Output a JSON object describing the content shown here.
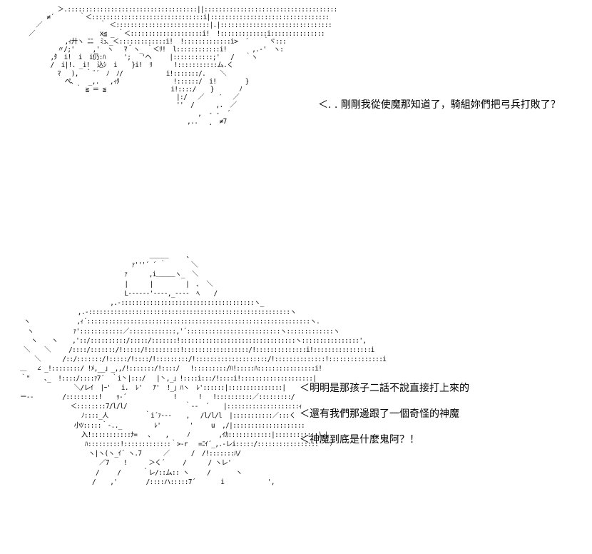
{
  "panel_top": {
    "ascii_art": "            ＞.::::::::::::::::::::::::::::::::::::||:::::::::::::::::::::::::::::::::::::\n         ≠´       ｀＜:::::::::::::::::::::::::::::::i|:::::::::::::::::::::::::::::::::\n      ／                ｀ ＜::::::::::::::::::::::::::|.|:::::::::::::::::::::::::::::::\n    ／                  x≦ _ ｀＜::::::::::::::::::::i!  !:::::::::::::i:::::::::::::::\n              ,ｨ廾ヽ ﾆﾆ  ﾐｭ､_＜:::::::::::::i!  !:::::::::::::i>  ´    ｀ヾ:::\n            〃/;'     ,'  ヽ   ﾏ＾ヽ_ ｀＜ﾘ!  l::::::::::::i!       ,.-'  ヽ:\n          ,ﾀ  i!  i  i仍:ﾊ     ';   'ヘ     |:::::::::::;'   /   ｀ヽ\n          /  i|!. _i!  込ｼ  i    }i!  ﾘ      !:::::::::::ム.く\n            ﾏ   ),  ｀¨´  ﾉ  ﾉ/            i!:::::::/.    ＼\n              ぺ､    _,.   ,ｨﾀ               !::::::/  i!        }\n                 ｀ ≧ ＝ ≦                  i!::::/    }       ﾉ\n                                             |:/   ／    ′   ／\n                                             ''  /      ,.  ／\n                                                   ,  - -  ´\n                                                ,..   ¸  ≠7",
    "dialogue": "＜. . 剛剛我從使魔那知道了，騎組妳們把弓兵打敗了？"
  },
  "panel_bottom": {
    "ascii_art": "                                      ＿＿＿     、\n                                 ｧ'''´ ´ ｀       ＼\n                               ｧ      ,i＿＿＿ヽ_  ＼\n                               |      |         |  ､  ＼\n                               L--‐‐-‐'‐-‐-,_‐--‐  ﾍ    /\n                           ,.-:::::::::::::::::::::::::::::::::::::ヽ_\n                  ,.-::::::::::::::::::::::::::::::::::::::::::::::::::::::::ヽ\n   ヽ             ,ｨ´::::::::::::::::::::::::::::::::::::::::::::::::::::::::::::::ヽ.\n    ヽ           ｧ'::::::::::::／:::::::::::::,'´::::::::::::::::::::::::::ヽ:::::::::::::ヽ\n     ヽ    ヽ    ,'::/::::::::::/:::::/:::::::!::::::::::::::::::::::::::::::::ヽ::::::::::::::::',\n   ＼    ＼     /::::/:::::::/!:::::/!:::::::::!::::::::::::::::::/!::::::::::::::i!::::::::::::::::i\n      ＼      /::/:::::::/!:::::/!::::/!:::::::::/!::::::::::::::::::::/!::::::::::::::!:::::::::::::::i\n  ＿   ∠ _!::::::::/ !ﾒ,__」_,,/!:::::::/!::::/   !:::::::::/ﾊ!:::::ﾊ::::::::::::::::i!\n  ｀\"    ､_  !::::/::::ｧ7´  ｀i丶|:::/   |丶,_」!::::i:::/!::::i!::::::::::::::::::::|\n                 ＼/レｲ  |ｰ'   i.  ﾚ'   ｱ'  !_」ﾊヽ  ﾚ'::::::|:::::::::::::::|\n  ー‐‐        /:::::::::!    ｩ-´             !      !   !::::::::::／:::::::::/\n                ＜::::::::7/l/l/                ｀‐-  ´    |::::::::::::::::::::ｨ\n                   ﾉ::::_人          ｀i´ｧ-‐‐    ,   /l/l/l  |:::::::::::／:::く\n                 小ﾂ:::::｀-.._         ﾚ'        '     u  ,/|::::::::::::::::::::\n                   入!:::::::::::ﾅ=   ､    ,     ﾉ        ,ｲｶ::::::::::::|::::::::::::)､|\n                    ﾊ:::::::::!:::::::::::::｀>‐r   =ﾆｲ´_,.-レi:::::/:::::::::::::::::'  ｿ\n                     ヽ|ヽ(ヽ_ｲ´ ヽ.7      ／      /  /!:::::::ﾊ/\n                        ／7    !      ＞く´     /      / ヽレ'\n                       /     /      ｀レ/::ム:: ヽ     /       ヽ\n                      /    ,'        /::::ハ:::::7´       i            ',",
    "dialogues": [
      "＜明明是那孩子二話不說直接打上來的",
      "＜還有我們那邊跟了一個奇怪的神魔",
      "＜神魔到底是什麼鬼阿？！"
    ]
  }
}
